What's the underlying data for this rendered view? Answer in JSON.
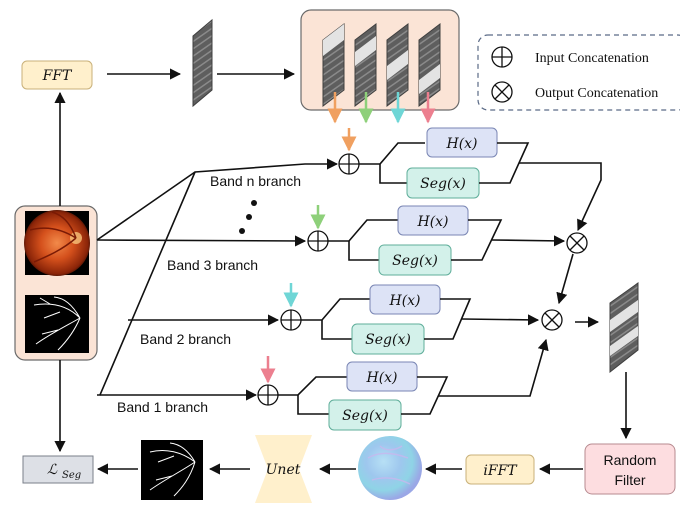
{
  "legend": {
    "input_concat": "Input Concatenation",
    "output_concat": "Output Concatenation"
  },
  "boxes": {
    "fft": "FFT",
    "ifft": "iFFT",
    "unet": "Unet",
    "random_filter_line1": "Random",
    "random_filter_line2": "Filter",
    "loss": "ℒ",
    "loss_sub": "Seg"
  },
  "branches": {
    "n": {
      "label": "Band n branch",
      "h": "H(x)",
      "seg": "Seg(x)"
    },
    "b3": {
      "label": "Band 3 branch",
      "h": "H(x)",
      "seg": "Seg(x)"
    },
    "b2": {
      "label": "Band 2 branch",
      "h": "H(x)",
      "seg": "Seg(x)"
    },
    "b1": {
      "label": "Band 1 branch",
      "h": "H(x)",
      "seg": "Seg(x)"
    }
  },
  "colors": {
    "arrow_orange": "#f0a060",
    "arrow_green": "#8ed07a",
    "arrow_cyan": "#6fd6d6",
    "arrow_pink": "#ec7f8f",
    "h_box": "#dde3f6",
    "seg_box": "#d3f1ea",
    "fft_box": "#fff0cc",
    "filter_box": "#fddde0",
    "panel": "#fbe4d6"
  }
}
